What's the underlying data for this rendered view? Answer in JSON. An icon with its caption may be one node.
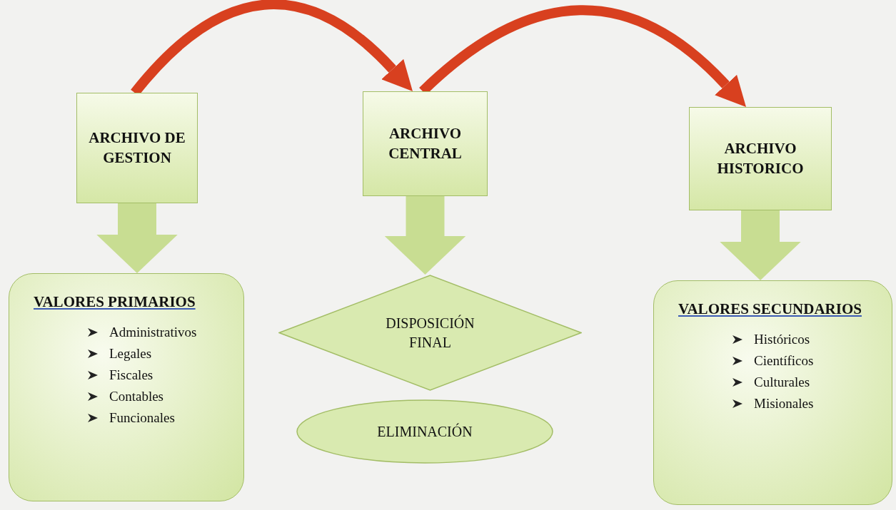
{
  "diagram": {
    "nodes": [
      {
        "text": [
          "ARCHIVO DE GESTION"
        ]
      },
      {
        "text": [
          "ARCHIVO CENTRAL"
        ]
      },
      {
        "text": [
          "ARCHIVO HISTORICO"
        ]
      },
      {
        "text": [
          "VALORES PRIMARIOS",
          "Administrativos",
          "Legales",
          "Fiscales",
          "Contables",
          "Funcionales"
        ]
      },
      {
        "text": [
          "DISPOSICIÓN FINAL"
        ]
      },
      {
        "text": [
          "ELIMINACIÓN"
        ]
      },
      {
        "text": [
          "VALORES SECUNDARIOS",
          "Históricos",
          "Científicos",
          "Culturales",
          "Misionales"
        ]
      }
    ],
    "edges": [
      {
        "from": 0,
        "to": 1,
        "arrow": "to",
        "color": "#d8401f"
      },
      {
        "from": 1,
        "to": 2,
        "arrow": "to",
        "color": "#d8401f"
      },
      {
        "from": 0,
        "to": 3,
        "arrow": "to"
      },
      {
        "from": 1,
        "to": 4,
        "arrow": "to"
      },
      {
        "from": 2,
        "to": 6,
        "arrow": "to"
      }
    ]
  }
}
